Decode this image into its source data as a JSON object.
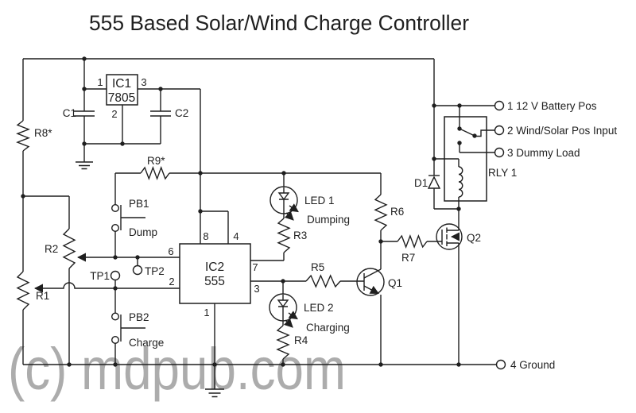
{
  "title": "555 Based Solar/Wind Charge Controller",
  "watermark": "(c) mdpub.com",
  "colors": {
    "line": "#1f1f1f",
    "watermark": "#acacac",
    "background": "#ffffff"
  },
  "ic1": {
    "name": "IC1",
    "part": "7805",
    "pin1": "1",
    "pin2": "2",
    "pin3": "3"
  },
  "ic2": {
    "name": "IC2",
    "part": "555",
    "pin1": "1",
    "pin2": "2",
    "pin3": "3",
    "pin4": "4",
    "pin6": "6",
    "pin7": "7",
    "pin8": "8"
  },
  "caps": {
    "c1": "C1",
    "c2": "C2"
  },
  "res": {
    "r1": "R1",
    "r2": "R2",
    "r3": "R3",
    "r4": "R4",
    "r5": "R5",
    "r6": "R6",
    "r7": "R7",
    "r8": "R8*",
    "r9": "R9*"
  },
  "tp": {
    "tp1": "TP1",
    "tp2": "TP2"
  },
  "pb": {
    "pb1": "PB1",
    "pb1_action": "Dump",
    "pb2": "PB2",
    "pb2_action": "Charge"
  },
  "led": {
    "led1": "LED 1",
    "led1_action": "Dumping",
    "led2": "LED 2",
    "led2_action": "Charging"
  },
  "semi": {
    "q1": "Q1",
    "q2": "Q2",
    "d1": "D1"
  },
  "relay": {
    "name": "RLY 1"
  },
  "term": {
    "t1": "1 12 V Battery Pos",
    "t2": "2 Wind/Solar Pos Input",
    "t3": "3 Dummy Load",
    "t4": "4 Ground"
  }
}
